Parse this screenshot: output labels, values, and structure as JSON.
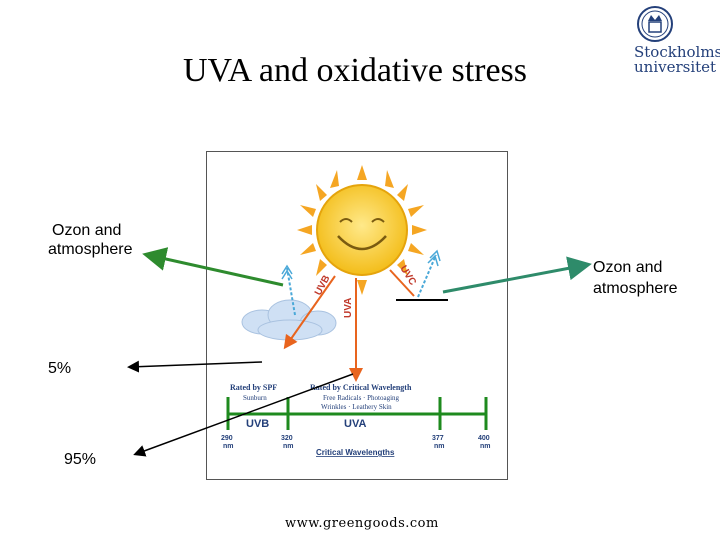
{
  "title": "UVA and oxidative stress",
  "logo": {
    "line1": "Stockholms",
    "line2": "universitet"
  },
  "annotations": {
    "left_ozon_1": "Ozon and",
    "left_ozon_2": "atmosphere",
    "right_ozon_1": "Ozon and",
    "right_ozon_2": "atmosphere",
    "five_pct": "5%",
    "ninety_five_pct": "95%"
  },
  "figure": {
    "rays": {
      "uvc": "UVC",
      "uvb": "UVB",
      "uva": "UVA"
    },
    "left_header_1": "Rated by SPF",
    "left_header_2": "Sunburn",
    "right_header_1": "Rated by Critical Wavelength",
    "right_header_2": "Free Radicals · Photoaging",
    "right_header_3": "Wrinkles · Leathery Skin",
    "band_uvb": "UVB",
    "band_uva": "UVA",
    "ticks": [
      {
        "value": "290",
        "unit": "nm"
      },
      {
        "value": "320",
        "unit": "nm"
      },
      {
        "value": "377",
        "unit": "nm"
      },
      {
        "value": "400",
        "unit": "nm"
      }
    ],
    "critical_label": "Critical Wavelengths"
  },
  "footer_url": "www.greengoods.com",
  "colors": {
    "green_arrow": "#2e8b2e",
    "teal_arrow": "#2e8b6a",
    "sun": "#f2c21a",
    "ray_orange": "#e8641e",
    "ray_blue": "#4aa8d8",
    "scale_green": "#1e8a1e",
    "brand_blue": "#24407a"
  }
}
